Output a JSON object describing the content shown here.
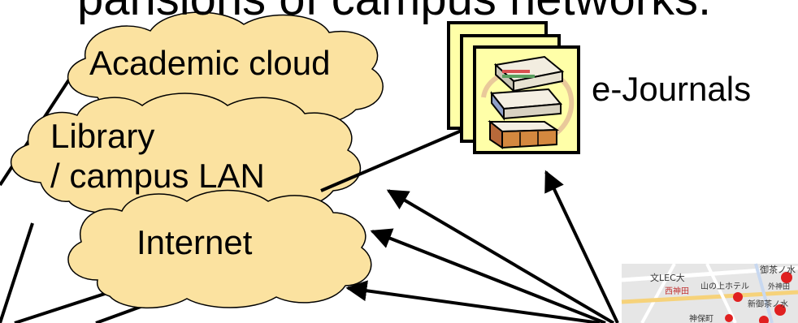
{
  "heading": {
    "text": "pansions of campus networks."
  },
  "clouds": {
    "academic": "Academic cloud",
    "library_line1": "Library",
    "library_line2": "/ campus LAN",
    "internet": "Internet"
  },
  "ejournals": {
    "label": "e-Journals"
  },
  "colors": {
    "cloud_fill": "#fbe2a0",
    "cloud_stroke": "#000000",
    "card_fill": "#ffffa8",
    "arrow": "#000000",
    "map_bg": "#e6e6e6",
    "map_pin": "#e02020"
  },
  "map_labels": [
    "文LEC大",
    "山の上ホテル",
    "御茶ノ水",
    "西神田",
    "神保町",
    "新御茶ノ水",
    "外神田"
  ]
}
